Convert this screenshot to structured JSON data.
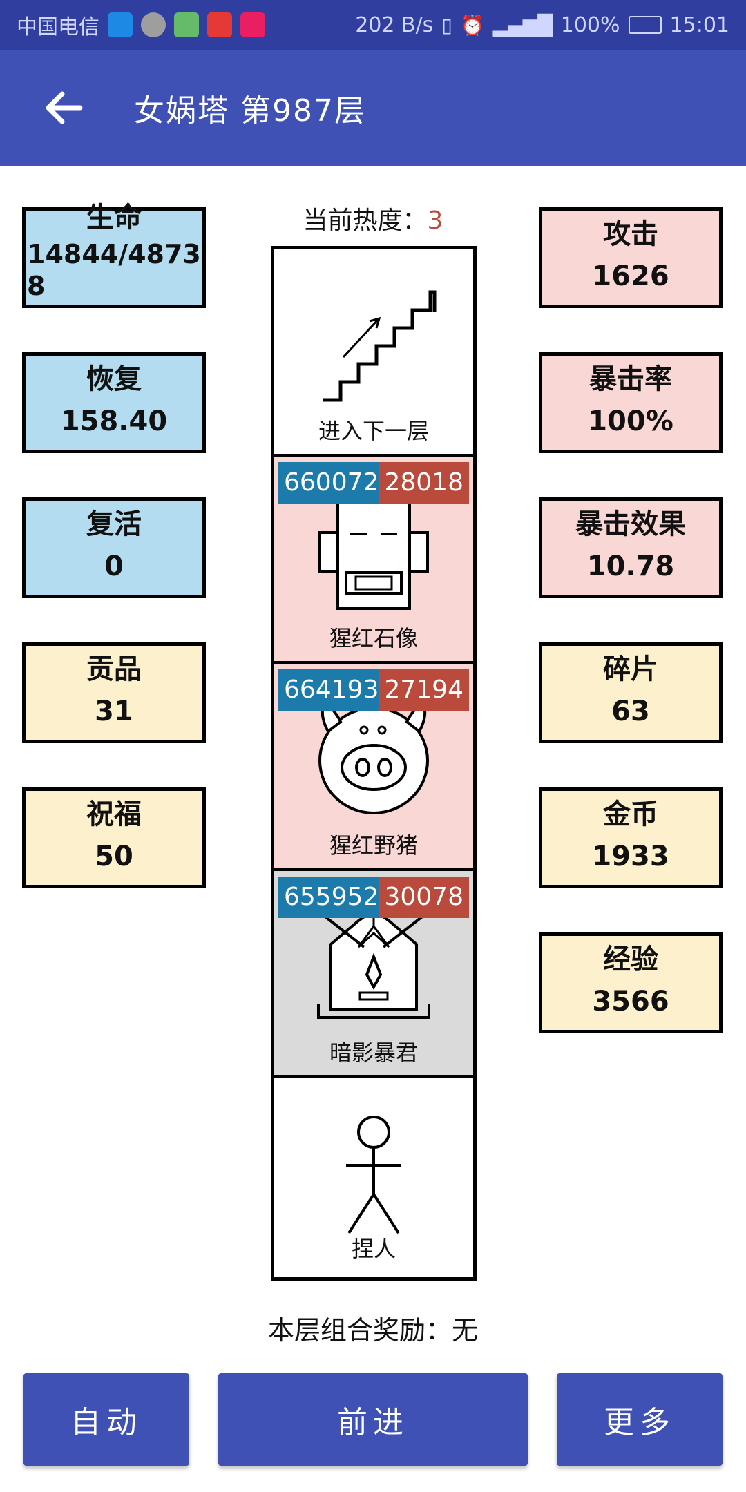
{
  "status_bar": {
    "carrier": "中国电信",
    "net_speed": "202 B/s",
    "battery": "100%",
    "time": "15:01"
  },
  "app_bar": {
    "title": "女娲塔 第987层"
  },
  "left_stats": [
    {
      "label": "生命",
      "value": "14844/48738"
    },
    {
      "label": "恢复",
      "value": "158.40"
    },
    {
      "label": "复活",
      "value": "0"
    },
    {
      "label": "贡品",
      "value": "31"
    },
    {
      "label": "祝福",
      "value": "50"
    }
  ],
  "right_stats": [
    {
      "label": "攻击",
      "value": "1626"
    },
    {
      "label": "暴击率",
      "value": "100%"
    },
    {
      "label": "暴击效果",
      "value": "10.78"
    },
    {
      "label": "碎片",
      "value": "63"
    },
    {
      "label": "金币",
      "value": "1933"
    },
    {
      "label": "经验",
      "value": "3566"
    }
  ],
  "heat": {
    "label": "当前热度：",
    "value": "3"
  },
  "tower": {
    "next_floor": "进入下一层",
    "monsters": [
      {
        "name": "猩红石像",
        "hp": "660072",
        "atk": "28018",
        "icon": "robot-icon"
      },
      {
        "name": "猩红野猪",
        "hp": "664193",
        "atk": "27194",
        "icon": "pig-icon"
      },
      {
        "name": "暗影暴君",
        "hp": "655952",
        "atk": "30078",
        "icon": "tyrant-icon"
      }
    ],
    "player": "捏人"
  },
  "combo": "本层组合奖励：无",
  "buttons": {
    "auto": "自动",
    "forward": "前进",
    "more": "更多"
  },
  "colors": {
    "primary": "#3f51b5",
    "primary_dark": "#303f9f",
    "hp_badge": "#1d7bab",
    "atk_badge": "#b94a3c",
    "blue_box": "#b3dcf0",
    "pink_box": "#f8d7d5",
    "yellow_box": "#fdf0cd"
  }
}
